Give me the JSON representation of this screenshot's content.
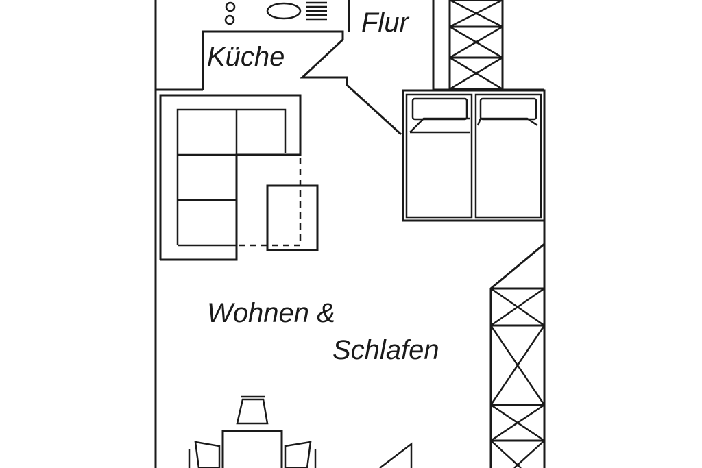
{
  "rooms": {
    "flur": "Flur",
    "kueche": "Küche",
    "wohnen_line1": "Wohnen &",
    "wohnen_line2": "Schlafen"
  },
  "colors": {
    "line": "#1a1a1a",
    "background": "#ffffff"
  }
}
